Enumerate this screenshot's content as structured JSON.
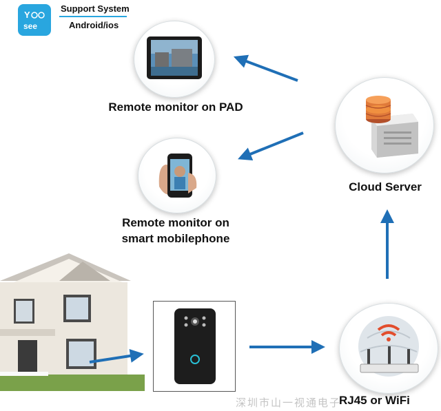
{
  "brand": {
    "logo_text": "Yoosee"
  },
  "support": {
    "title": "Support System",
    "platforms": "Android/ios"
  },
  "nodes": {
    "pad_label": "Remote monitor on PAD",
    "phone_label_line1": "Remote monitor on",
    "phone_label_line2": "smart mobilephone",
    "cloud_label": "Cloud Server",
    "router_label": "RJ45 or WiFi"
  },
  "watermark": "深圳市山一视通电子"
}
